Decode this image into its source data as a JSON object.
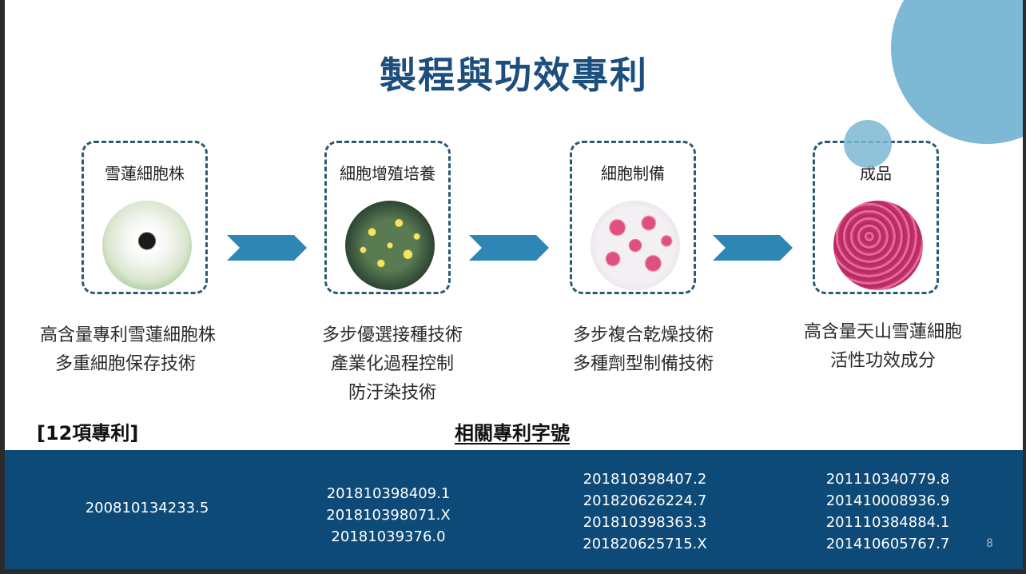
{
  "title": "製程與功效專利",
  "stages": [
    {
      "label": "雪蓮細胞株",
      "image": "snow-lotus-flower",
      "desc": [
        "高含量專利雪蓮細胞株",
        "多重細胞保存技術"
      ]
    },
    {
      "label": "細胞增殖培養",
      "image": "cell-culture-plate",
      "desc": [
        "多步優選接種技術",
        "產業化過程控制",
        "防汙染技術"
      ]
    },
    {
      "label": "細胞制備",
      "image": "cell-preparation-dish",
      "desc": [
        "多步複合乾燥技術",
        "多種劑型制備技術"
      ]
    },
    {
      "label": "成品",
      "image": "finished-product-powder",
      "desc": [
        "高含量天山雪蓮細胞",
        "活性功效成分"
      ]
    }
  ],
  "patent_count": "[12項專利]",
  "related_heading": "相關專利字號",
  "patents": [
    [
      "200810134233.5"
    ],
    [
      "201810398409.1",
      "201810398071.X",
      "20181039376.0"
    ],
    [
      "201810398407.2",
      "201820626224.7",
      "201810398363.3",
      "201820625715.X"
    ],
    [
      "201110340779.8",
      "201410008936.9",
      "201110384884.1",
      "201410605767.7"
    ]
  ],
  "page_number": "8",
  "colors": {
    "title": "#1c4f7e",
    "band": "#0e4a78",
    "chevron": "#2e86b5",
    "accent_circle": "#7db8d4",
    "dashed_border": "#2b5a73"
  }
}
